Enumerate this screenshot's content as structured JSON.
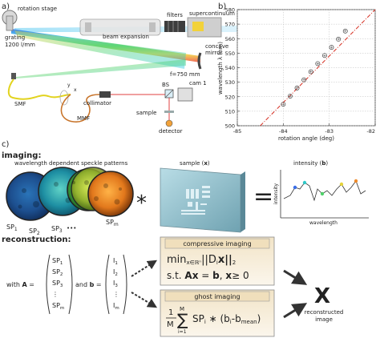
{
  "panel_a": {
    "label": "a)",
    "rotation_stage": "rotation stage",
    "grating": "grating",
    "grating_spec": "1200 l/mm",
    "filters": "filters",
    "supercontinuum_laser": "supercontinuum laser",
    "beam_expansion": "beam expansion",
    "concave_mirror_1": "concave",
    "concave_mirror_2": "mirror",
    "focal_length": "f=750 mm",
    "axis_y": "y",
    "axis_x": "x",
    "bs": "BS",
    "cam": "cam 1",
    "smf": "SMF",
    "collimator": "collimator",
    "mmf": "MMF",
    "sample": "sample",
    "detector": "detector"
  },
  "panel_b": {
    "label": "b)"
  },
  "panel_c": {
    "label": "c)",
    "imaging_heading": "imaging:",
    "speckle_title": "wavelength dependent speckle patterns",
    "sp1": "SP",
    "sp1_sub": "1",
    "sp2": "SP",
    "sp2_sub": "2",
    "sp3": "SP",
    "sp3_sub": "3",
    "dots": "•••",
    "spm": "SP",
    "spm_sub": "m",
    "operator_times": "*",
    "sample_title_prefix": "sample (",
    "sample_title_var": "x",
    "sample_title_suffix": ")",
    "operator_equals": "=",
    "intensity_title_prefix": "intensity (",
    "intensity_title_var": "b",
    "intensity_title_suffix": ")",
    "intensity_ylabel": "intensity",
    "intensity_xlabel": "wavelength",
    "reconstruction_heading": "reconstruction:",
    "with_label": "with ",
    "var_A": "A",
    "eq": " =",
    "and_label": "and ",
    "var_b": "b",
    "eq_b": " =",
    "vector_A": [
      "SP",
      "SP",
      "SP",
      "⋮",
      "SP"
    ],
    "vector_A_sub": [
      "1",
      "2",
      "3",
      "",
      "m"
    ],
    "vector_b": [
      "I",
      "I",
      "I",
      "⋮",
      "I"
    ],
    "vector_b_sub": [
      "1",
      "2",
      "3",
      "",
      "m"
    ],
    "compressive_title": "compressive imaging",
    "min_text": "min",
    "min_sub": "x∈ℝⁿ",
    "norm_text": "||D",
    "norm_sub_i": "i",
    "norm_x": "x||",
    "norm_sub_2": "2",
    "st_text": "s.t. ",
    "st_Ax": "Ax",
    "st_eq": " = ",
    "st_b": "b",
    "st_comma": ", ",
    "st_x": "x",
    "st_ge": "≥ 0",
    "ghost_title": "ghost imaging",
    "frac_num": "1",
    "frac_den": "M",
    "sum_top": "M",
    "sum_sym": "∑",
    "sum_bot": "i=1",
    "sum_body": "SP",
    "sum_body_sub": "i",
    "sum_body_rest": " ∗ (b",
    "sum_b_sub": "i",
    "sum_minus": "-b",
    "sum_mean_sub": "mean",
    "sum_close": ")",
    "result_var": "X",
    "result_label_1": "reconstructed",
    "result_label_2": "image"
  },
  "chart_data": {
    "type": "scatter",
    "xlabel": "rotation angle (deg)",
    "ylabel": "wavelength λ (nm)",
    "xlim": [
      -85,
      -82
    ],
    "ylim": [
      500,
      580
    ],
    "xticks": [
      -85,
      -84,
      -83,
      -82
    ],
    "xtick_labels": [
      "-85",
      "-84",
      "-83",
      "-82"
    ],
    "yticks": [
      500,
      510,
      520,
      530,
      540,
      550,
      560,
      570,
      580
    ],
    "ytick_labels": [
      "500",
      "510",
      "520",
      "530",
      "540",
      "550",
      "560",
      "570",
      "580"
    ],
    "points_x": [
      -84.0,
      -83.85,
      -83.7,
      -83.55,
      -83.4,
      -83.25,
      -83.1,
      -82.95,
      -82.8,
      -82.65
    ],
    "points_y": [
      514.8,
      520.4,
      526.0,
      531.6,
      537.2,
      542.8,
      548.4,
      554.0,
      559.6,
      565.2
    ],
    "fit_x": [
      -84.5,
      -82.0
    ],
    "fit_y": [
      496,
      590
    ],
    "fit_color": "#d62d20",
    "marker_color": "#444444"
  }
}
